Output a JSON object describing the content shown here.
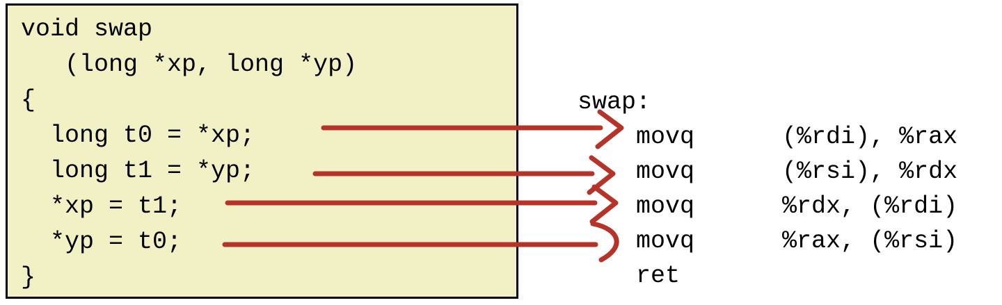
{
  "colors": {
    "box_fill": "#f2f0c5",
    "box_border": "#000000",
    "arrow": "#b6332a",
    "text": "#000000",
    "page_bg": "#ffffff"
  },
  "c_code": {
    "lines": [
      "void swap",
      "   (long *xp, long *yp)",
      "{",
      "  long t0 = *xp;",
      "  long t1 = *yp;",
      "  *xp = t1;",
      "  *yp = t0;",
      "}"
    ]
  },
  "assembly": {
    "lines": [
      "swap:",
      "    movq      (%rdi), %rax",
      "    movq      (%rsi), %rdx",
      "    movq      %rdx, (%rdi)",
      "    movq      %rax, (%rsi)",
      "    ret"
    ]
  },
  "arrows": [
    {
      "from": "long t0 = *xp;",
      "to": "movq (%rdi), %rax"
    },
    {
      "from": "long t1 = *yp;",
      "to": "movq (%rsi), %rdx"
    },
    {
      "from": "*xp = t1;",
      "to": "movq %rdx, (%rdi)"
    },
    {
      "from": "*yp = t0;",
      "to": "movq %rax, (%rsi)"
    }
  ]
}
